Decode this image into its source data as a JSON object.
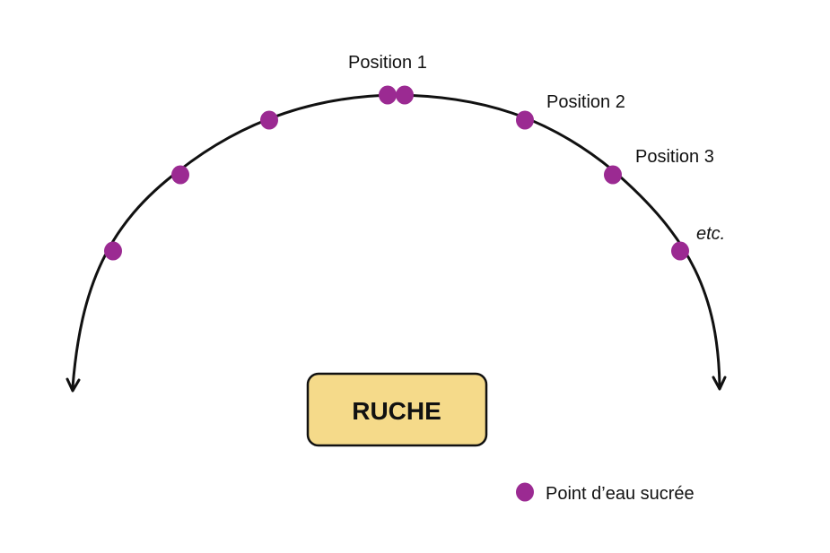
{
  "diagram": {
    "type": "hive-feeder-positions",
    "hive": {
      "label": "RUCHE",
      "fill_color": "#F5DA8A",
      "border_color": "#111111"
    },
    "arc": {
      "color": "#111111",
      "arrowheads": "both-ends"
    },
    "feeder_color": "#9B2A92",
    "position_labels": [
      {
        "id": "pos1",
        "text": "Position 1",
        "italic": false
      },
      {
        "id": "pos2",
        "text": "Position 2",
        "italic": false
      },
      {
        "id": "pos3",
        "text": "Position 3",
        "italic": false
      },
      {
        "id": "etc",
        "text": "etc.",
        "italic": true
      }
    ],
    "feeders": [
      {
        "side": "left",
        "index": 3
      },
      {
        "side": "left",
        "index": 2
      },
      {
        "side": "left",
        "index": 1
      },
      {
        "side": "center",
        "index": 0
      },
      {
        "side": "center",
        "index": 0
      },
      {
        "side": "right",
        "index": 1
      },
      {
        "side": "right",
        "index": 2
      },
      {
        "side": "right",
        "index": 3
      }
    ],
    "legend": {
      "label": "Point d’eau sucrée",
      "marker_color": "#9B2A92"
    }
  }
}
